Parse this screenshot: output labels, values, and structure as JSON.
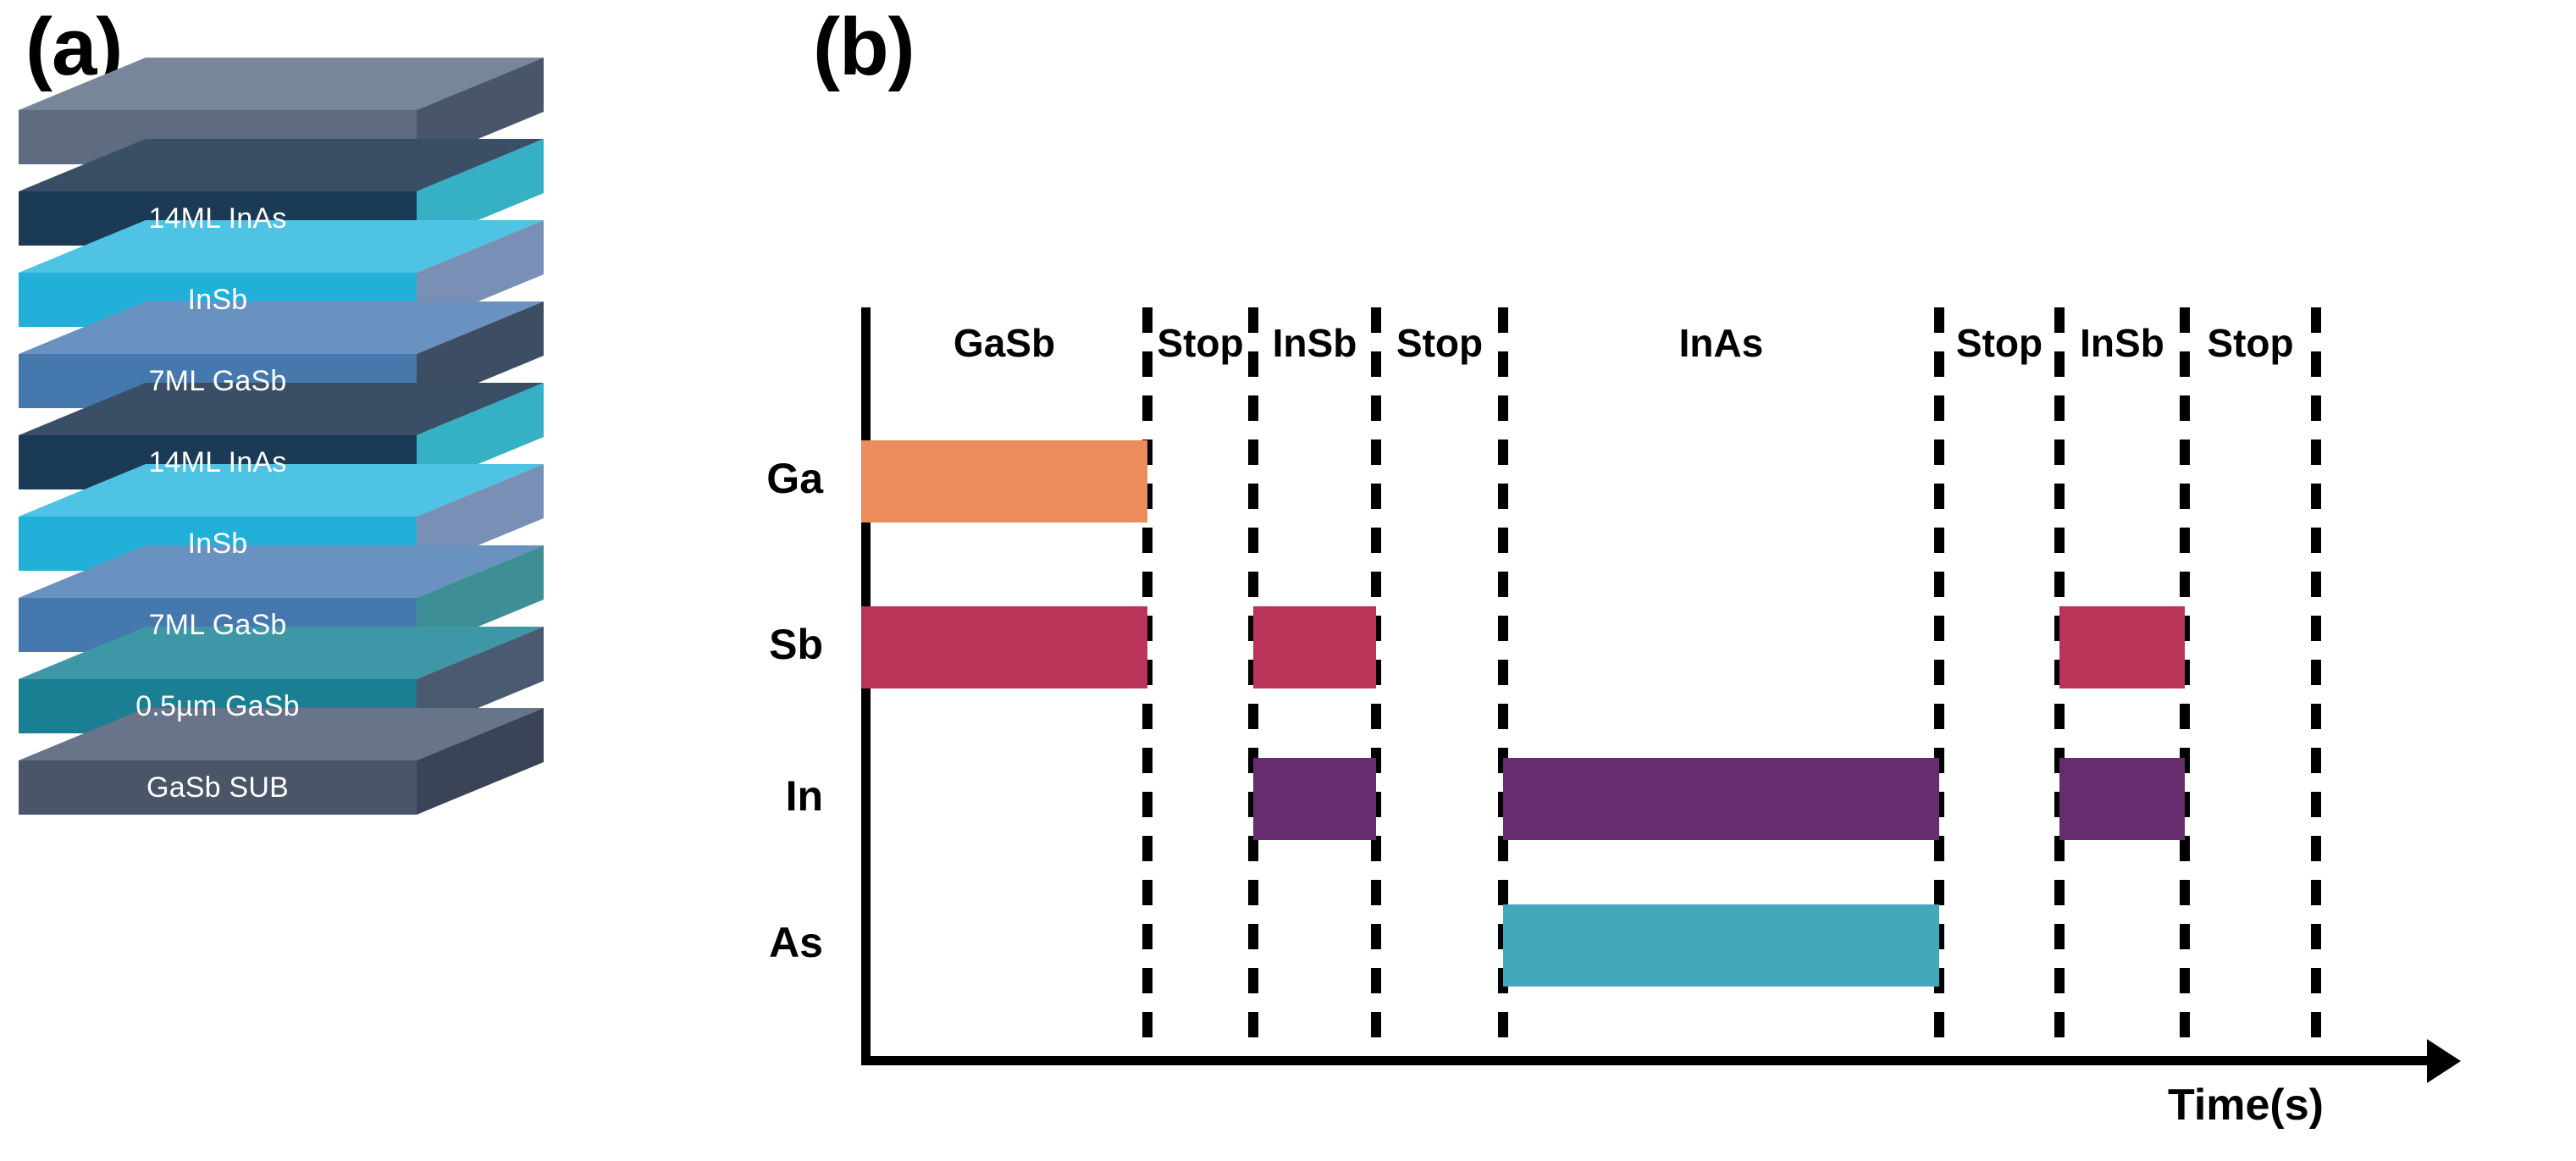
{
  "panels": {
    "a": {
      "letter": "(a)"
    },
    "b": {
      "letter": "(b)"
    }
  },
  "stack": {
    "layers": [
      {
        "label": "",
        "front": "#5e6b80",
        "top": "#788699",
        "side": "#49556b"
      },
      {
        "label": "14ML InAs",
        "front": "#1b3a55",
        "top": "#3a4f66",
        "side": "#35b0c4"
      },
      {
        "label": "InSb",
        "front": "#22b0d8",
        "top": "#4fc3e3",
        "side": "#7a8fb5"
      },
      {
        "label": "7ML GaSb",
        "front": "#4579ae",
        "top": "#6a92c0",
        "side": "#3d4d63"
      },
      {
        "label": "14ML InAs",
        "front": "#1b3a55",
        "top": "#3a4f66",
        "side": "#35b0c4"
      },
      {
        "label": "InSb",
        "front": "#22b0d8",
        "top": "#4fc3e3",
        "side": "#7a8fb5"
      },
      {
        "label": "7ML GaSb",
        "front": "#4579ae",
        "top": "#6a92c0",
        "side": "#3e8f95"
      },
      {
        "label": "0.5µm GaSb",
        "front": "#1b7f93",
        "top": "#3d97a6",
        "side": "#4a5a70"
      },
      {
        "label": "GaSb SUB",
        "front": "#4a5568",
        "top": "#68748a",
        "side": "#3a4456"
      }
    ]
  },
  "chart_data": {
    "type": "timeline",
    "title": "",
    "xlabel": "Time(s)",
    "ylabel": "",
    "grid": false,
    "legend": "none",
    "row_labels": [
      "Ga",
      "Sb",
      "In",
      "As"
    ],
    "colors": {
      "Ga": "#ec8b5c",
      "Sb": "#b93458",
      "In": "#662c6e",
      "As": "#44a8bd",
      "axis": "#000000",
      "divider": "#000000"
    },
    "phases": [
      {
        "name": "GaSb",
        "open": [
          "Ga",
          "Sb"
        ]
      },
      {
        "name": "Stop",
        "open": []
      },
      {
        "name": "InSb",
        "open": [
          "Sb",
          "In"
        ]
      },
      {
        "name": "Stop",
        "open": []
      },
      {
        "name": "InAs",
        "open": [
          "In",
          "As"
        ]
      },
      {
        "name": "Stop",
        "open": []
      },
      {
        "name": "InSb",
        "open": [
          "Sb",
          "In"
        ]
      },
      {
        "name": "Stop",
        "open": []
      }
    ],
    "phase_labels": [
      "GaSb",
      "Stop",
      "InSb",
      "Stop",
      "InAs",
      "Stop",
      "InSb",
      "Stop"
    ]
  }
}
